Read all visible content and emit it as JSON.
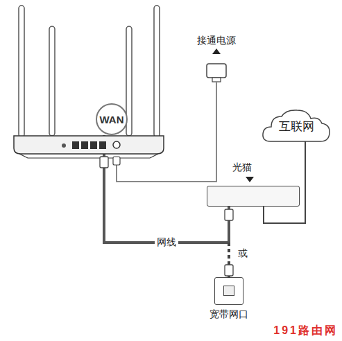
{
  "diagram": {
    "nodes": [
      {
        "text": [
          "WAN"
        ]
      },
      {
        "text": [
          "接通电源"
        ]
      },
      {
        "text": [
          "互联网"
        ]
      },
      {
        "text": [
          "光猫"
        ]
      },
      {
        "text": [
          "宽带网口"
        ]
      }
    ],
    "edges": [
      {
        "from": 0,
        "to": 3,
        "arrow": "none",
        "label": "网线"
      },
      {
        "from": 0,
        "to": 4,
        "arrow": "none",
        "label": "或"
      },
      {
        "from": 3,
        "to": 2,
        "arrow": "none"
      }
    ],
    "labels": [
      "191路由网"
    ]
  }
}
